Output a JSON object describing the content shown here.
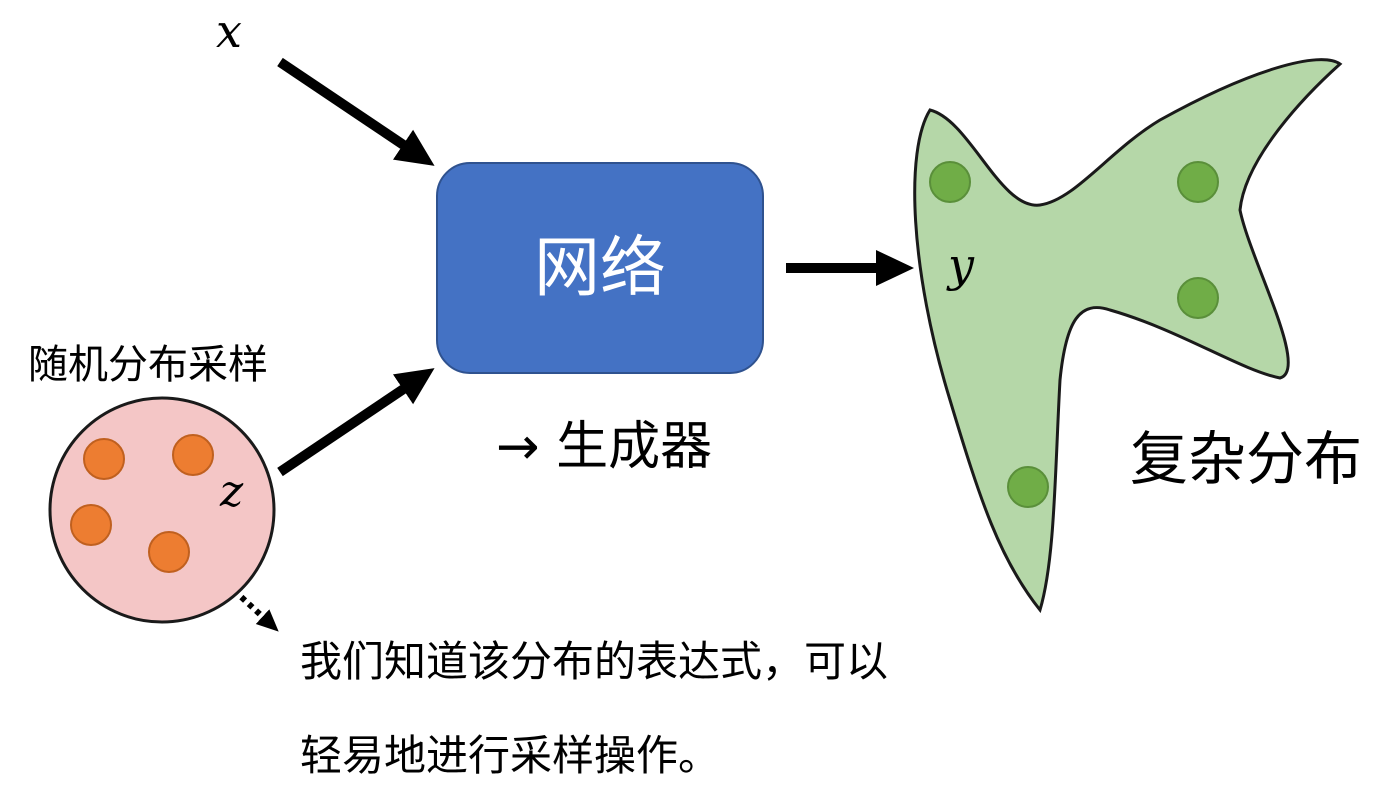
{
  "input_x": "x",
  "network_label": "网络",
  "generator_label": "→ 生成器",
  "output_y": "y",
  "complex_distribution_label": "复杂分布",
  "random_sampling_label": "随机分布采样",
  "latent_z": "z",
  "note_line1": "我们知道该分布的表达式，可以",
  "note_line2": "轻易地进行采样操作。",
  "colors": {
    "network_fill": "#4472c4",
    "network_border": "#2f528f",
    "blob_fill": "#b5d7a8",
    "green_dot": "#70ad47",
    "pink_circle": "#f4c6c6",
    "orange_dot": "#ed7d31"
  }
}
